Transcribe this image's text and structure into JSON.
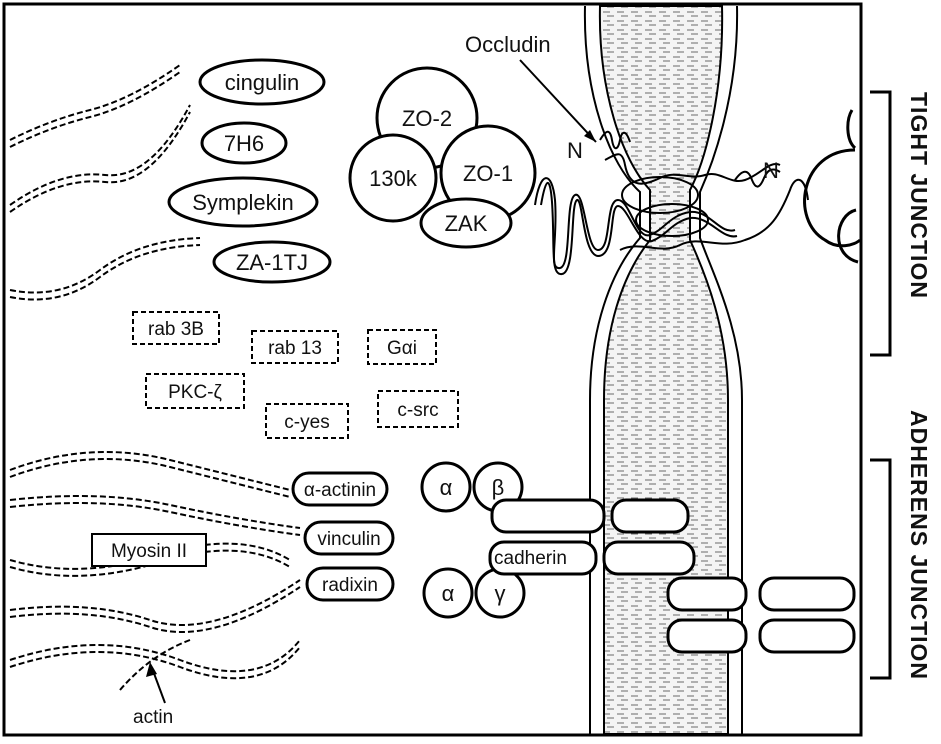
{
  "labels": {
    "occludin": "Occludin",
    "n_left": "N",
    "n_right": "N",
    "actin": "actin"
  },
  "tj_proteins": {
    "cingulin": "cingulin",
    "p7h6": "7H6",
    "symplekin": "Symplekin",
    "za1tj": "ZA-1TJ",
    "zo2": "ZO-2",
    "zo1": "ZO-1",
    "p130k": "130k",
    "zak": "ZAK"
  },
  "signaling": {
    "rab3b": "rab 3B",
    "rab13": "rab 13",
    "galpha": "Gαi",
    "pkc": "PKC-ζ",
    "cyes": "c-yes",
    "csrc": "c-src"
  },
  "aj_proteins": {
    "alpha_actinin": "α-actinin",
    "vinculin": "vinculin",
    "radixin": "radixin",
    "myosin": "Myosin II",
    "cadherin": "cadherin",
    "alpha1": "α",
    "beta": "β",
    "alpha2": "α",
    "gamma": "γ"
  },
  "junctions": {
    "tight": "TIGHT JUNCTION",
    "adherens": "ADHERENS JUNCTION"
  }
}
